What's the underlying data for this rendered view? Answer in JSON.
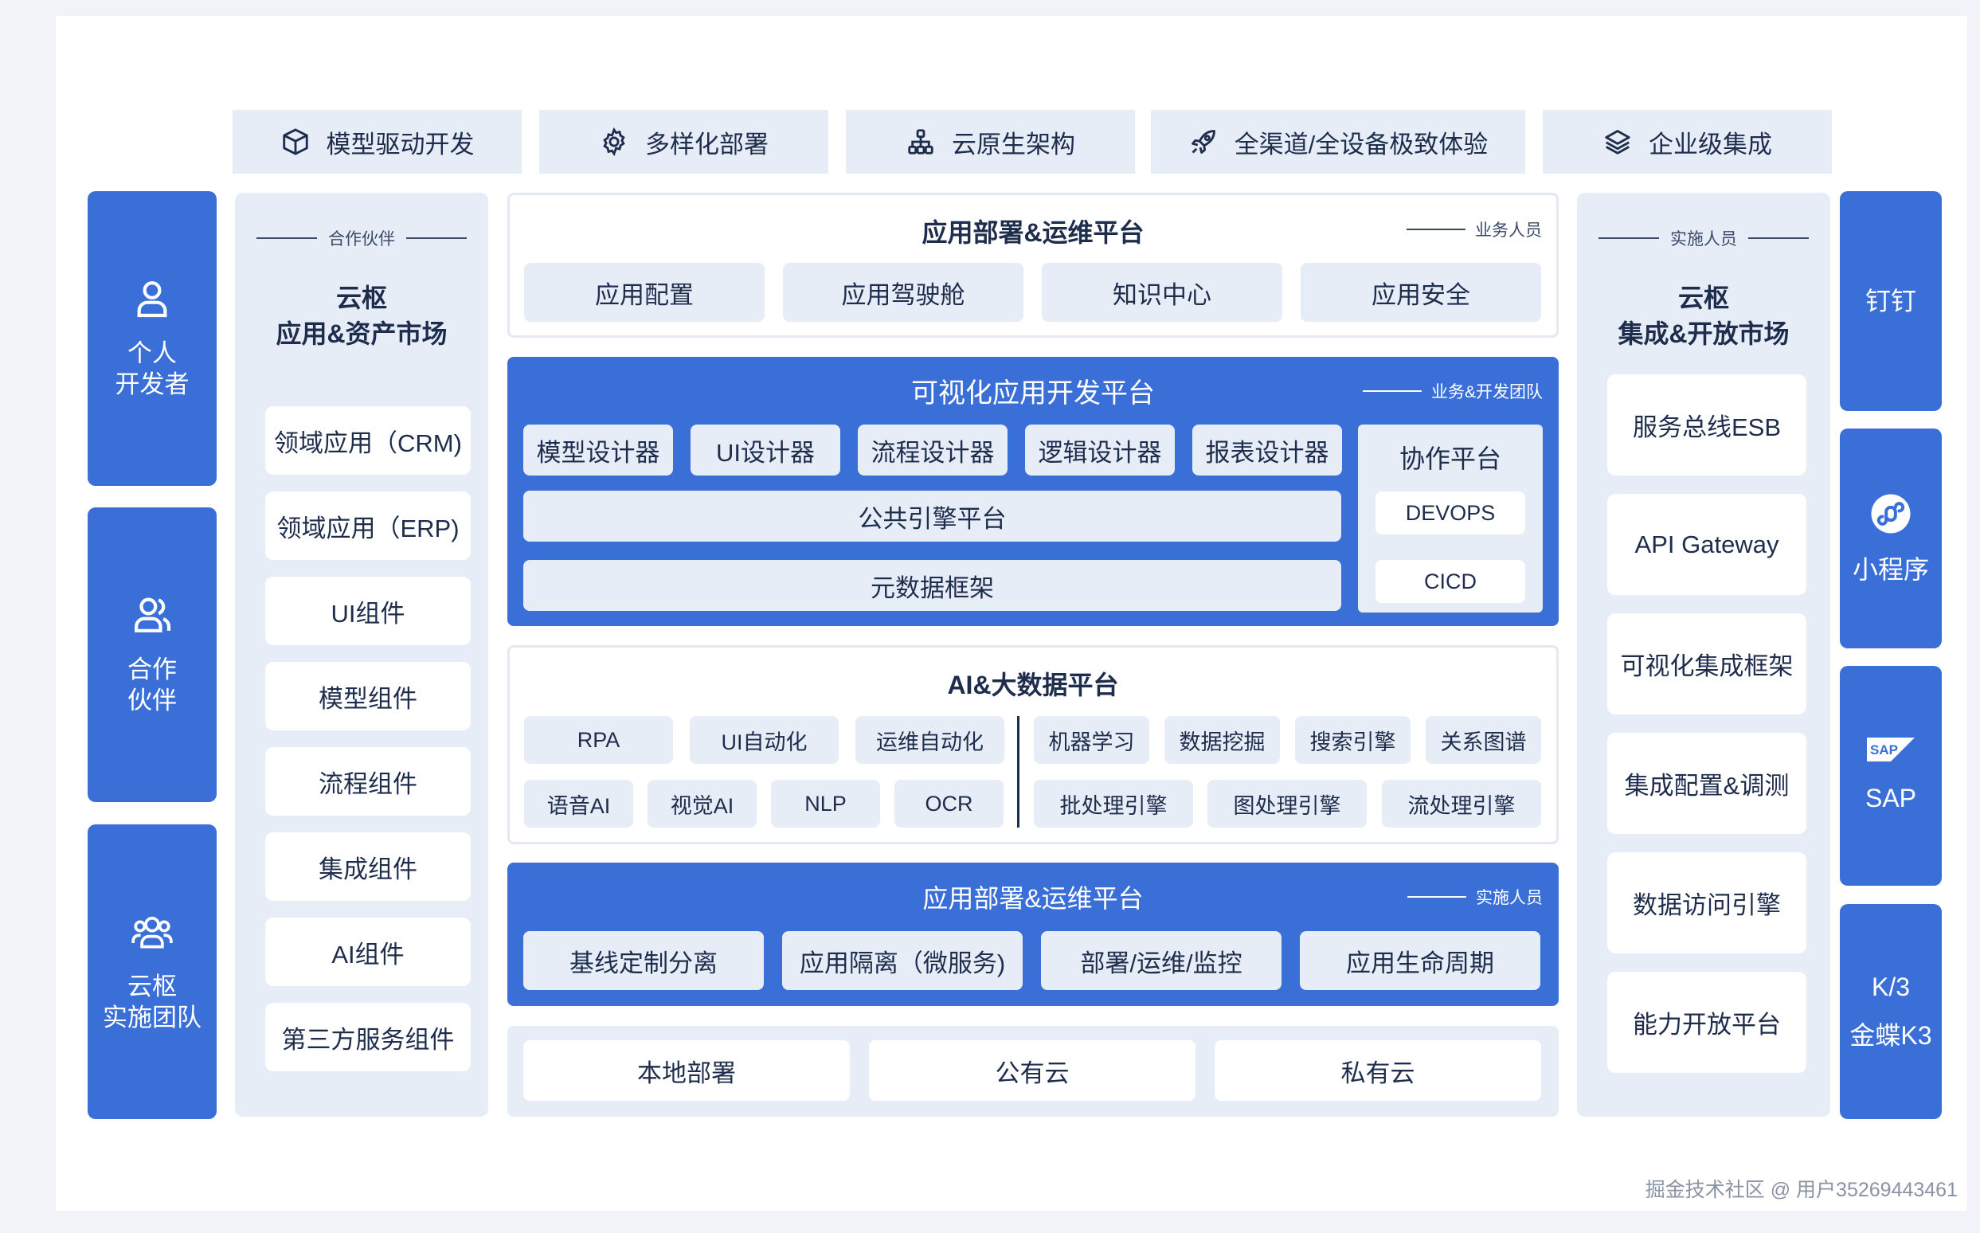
{
  "features": [
    {
      "label": "模型驱动开发",
      "icon": "cube-icon"
    },
    {
      "label": "多样化部署",
      "icon": "gear-icon"
    },
    {
      "label": "云原生架构",
      "icon": "hierarchy-icon"
    },
    {
      "label": "全渠道/全设备极致体验",
      "icon": "rocket-icon"
    },
    {
      "label": "企业级集成",
      "icon": "layers-icon"
    }
  ],
  "left_tiles": [
    {
      "line1": "个人",
      "line2": "开发者",
      "icon": "person-icon"
    },
    {
      "line1": "合作",
      "line2": "伙伴",
      "icon": "people-icon"
    },
    {
      "line1": "云枢",
      "line2": "实施团队",
      "icon": "team-icon"
    }
  ],
  "left_market": {
    "tag": "合作伙伴",
    "title1": "云枢",
    "title2": "应用&资产市场",
    "items": [
      "领域应用（CRM)",
      "领域应用（ERP)",
      "UI组件",
      "模型组件",
      "流程组件",
      "集成组件",
      "AI组件",
      "第三方服务组件"
    ]
  },
  "right_market": {
    "tag": "实施人员",
    "title1": "云枢",
    "title2": "集成&开放市场",
    "items": [
      "服务总线ESB",
      "API Gateway",
      "可视化集成框架",
      "集成配置&调测",
      "数据访问引擎",
      "能力开放平台"
    ]
  },
  "right_tiles": [
    {
      "line1": "钉钉",
      "line2": "",
      "icon": ""
    },
    {
      "line1": "小程序",
      "line2": "",
      "icon": "miniprogram-icon"
    },
    {
      "line1": "SAP",
      "line2": "",
      "icon": "sap-logo-icon",
      "logo_text": "SAP"
    },
    {
      "line1": "K/3",
      "line2": "金蝶K3",
      "icon": ""
    }
  ],
  "ops_top": {
    "title": "应用部署&运维平台",
    "tag": "业务人员",
    "items": [
      "应用配置",
      "应用驾驶舱",
      "知识中心",
      "应用安全"
    ]
  },
  "visual_dev": {
    "title": "可视化应用开发平台",
    "tag": "业务&开发团队",
    "designers": [
      "模型设计器",
      "UI设计器",
      "流程设计器",
      "逻辑设计器",
      "报表设计器"
    ],
    "engine": "公共引擎平台",
    "metadata": "元数据框架",
    "collab_title": "协作平台",
    "collab_items": [
      "DEVOPS",
      "CICD"
    ]
  },
  "ai_platform": {
    "title": "AI&大数据平台",
    "left_row1": [
      "RPA",
      "UI自动化",
      "运维自动化"
    ],
    "left_row2": [
      "语音AI",
      "视觉AI",
      "NLP",
      "OCR"
    ],
    "right_row1": [
      "机器学习",
      "数据挖掘",
      "搜索引擎",
      "关系图谱"
    ],
    "right_row2": [
      "批处理引擎",
      "图处理引擎",
      "流处理引擎"
    ]
  },
  "ops_bottom": {
    "title": "应用部署&运维平台",
    "tag": "实施人员",
    "items": [
      "基线定制分离",
      "应用隔离（微服务)",
      "部署/运维/监控",
      "应用生命周期"
    ]
  },
  "deploy": [
    "本地部署",
    "公有云",
    "私有云"
  ],
  "watermark": "掘金技术社区 @ 用户35269443461",
  "colors": {
    "primary_blue": "#3b6fd8",
    "light_panel": "#e6edf7",
    "text": "#1f2d4d"
  }
}
